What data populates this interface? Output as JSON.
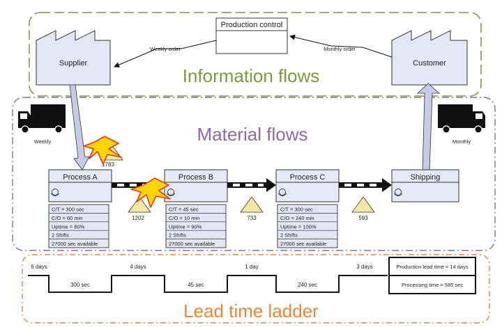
{
  "colors": {
    "info_region": "#7d9a3c",
    "material_region": "#8a6aa8",
    "lead_region": "#e8863a",
    "box_fill": "#e4e6f3",
    "process_fill": "#e7e9f5",
    "push_arrow_fill": "#c7cbe6",
    "inventory_fill": "#f2e9a1",
    "lightning_fill": "#ffd400",
    "lightning_stroke": "#e23b1e"
  },
  "regions": {
    "information": "Information flows",
    "material": "Material flows",
    "lead_time": "Lead time ladder"
  },
  "production_control": {
    "label": "Production control"
  },
  "supplier": {
    "label": "Supplier"
  },
  "customer": {
    "label": "Customer"
  },
  "flows": {
    "weekly_order": "Weekly order",
    "monthly_order": "Monthly order"
  },
  "trucks": {
    "left": "Weekly",
    "right": "Monthly"
  },
  "processes": [
    {
      "name": "Process A",
      "data": [
        "C/T = 300 sec",
        "C/O = 60 min",
        "Uptime = 80%",
        "2 Shifts",
        "27000 sec available"
      ]
    },
    {
      "name": "Process B",
      "data": [
        "C/T = 45 sec",
        "C/O = 10 min",
        "Uptime = 90%",
        "2 Shifts",
        "27000 sec available"
      ]
    },
    {
      "name": "Process C",
      "data": [
        "C/T = 300 sec",
        "C/O = 240 min",
        "Uptime = 100%",
        "2 Shifts",
        "27000 sec available"
      ]
    }
  ],
  "shipping": {
    "label": "Shipping"
  },
  "inventory": [
    "1783",
    "1202",
    "733",
    "593"
  ],
  "ladder": {
    "wait_times": [
      "6 days",
      "4 days",
      "1 day",
      "3 days"
    ],
    "process_times": [
      "300 sec",
      "45 sec",
      "240 sec"
    ]
  },
  "summary": {
    "lead_time": "Production lead time = 14 days",
    "processing_time": "Processing time = 585 sec"
  }
}
